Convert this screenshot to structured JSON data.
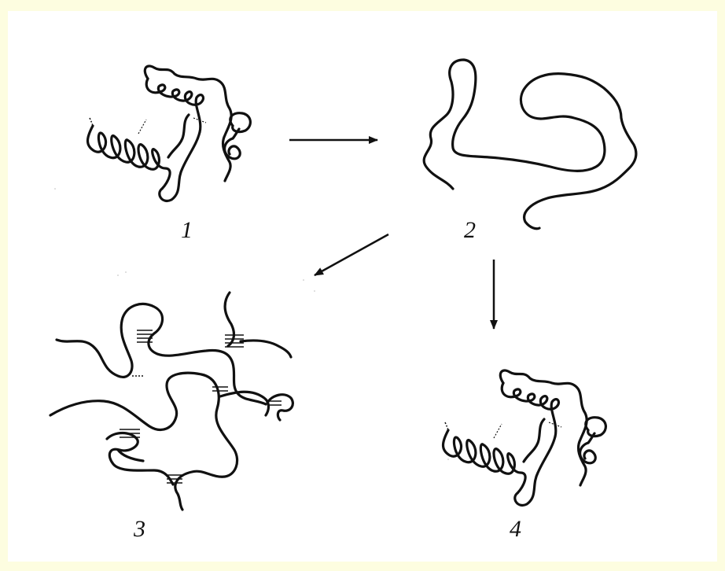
{
  "colors": {
    "page_border": "#fdfde0",
    "canvas": "#ffffff",
    "ink": "#111111"
  },
  "labels": {
    "state1": "1",
    "state2": "2",
    "state3": "3",
    "state4": "4"
  }
}
